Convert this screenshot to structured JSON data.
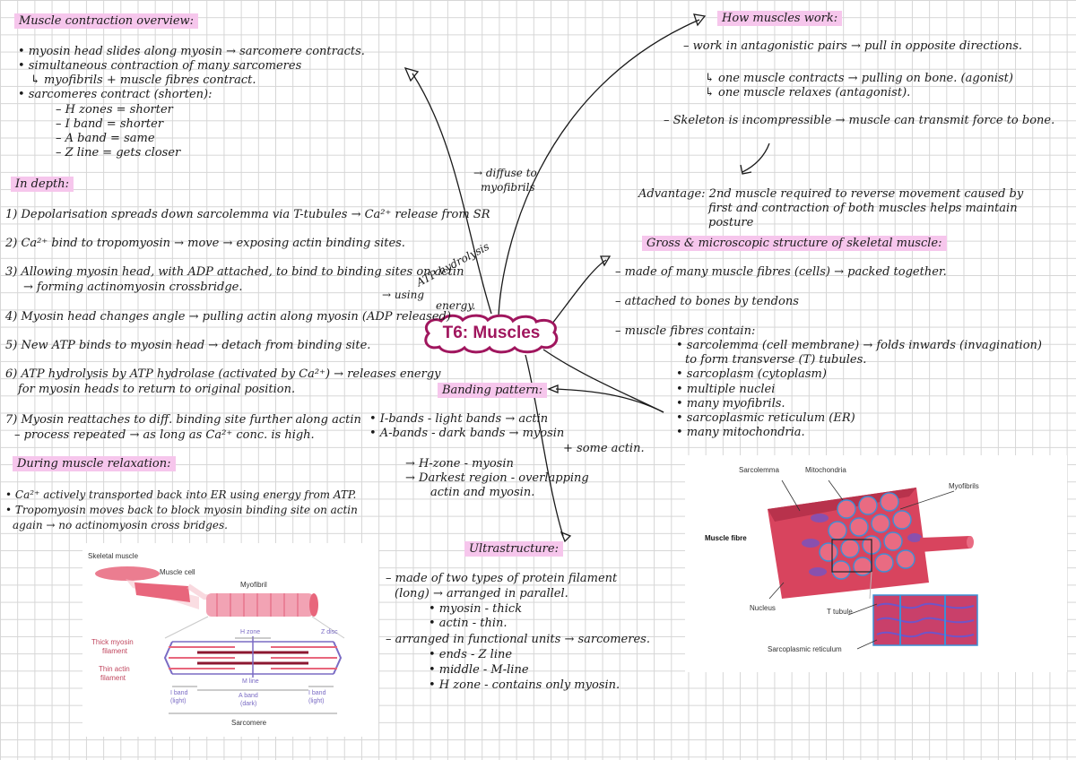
{
  "center": {
    "title": "T6: Muscles"
  },
  "overview": {
    "heading": "Muscle contraction overview:",
    "lines": [
      "• myosin head slides along myosin  → sarcomere contracts.",
      "• simultaneous contraction of many sarcomeres",
      "  ↳ myofibrils + muscle fibres contract.",
      "• sarcomeres contract (shorten):",
      "– H zones = shorter",
      "– I band = shorter",
      "– A band = same",
      "– Z line = gets closer"
    ]
  },
  "in_depth": {
    "heading": "In depth:",
    "steps": [
      "1) Depolarisation spreads down sarcolemma via T-tubules → Ca²⁺ release from SR",
      "2) Ca²⁺ bind to tropomyosin → move → exposing actin binding sites.",
      "3) Allowing myosin head, with ADP attached, to bind to binding sites on actin",
      "→ forming actinomyosin crossbridge.",
      "4) Myosin head changes angle → pulling actin along myosin (ADP released)",
      "5) New ATP binds to myosin head → detach from binding site.",
      "6) ATP hydrolysis by ATP hydrolase (activated by Ca²⁺) → releases energy",
      "for myosin heads to return to original position.",
      "7) Myosin reattaches to diff. binding site further along actin",
      "– process repeated → as long as Ca²⁺ conc. is high."
    ],
    "side_note_1": [
      "→ diffuse to",
      "myofibrils"
    ],
    "side_note_2": [
      "→ using",
      "ATP hydrolysis",
      "energy."
    ]
  },
  "relaxation": {
    "heading": "During muscle relaxation:",
    "lines": [
      "• Ca²⁺ actively transported back into ER using energy from ATP.",
      "• Tropomyosin moves back to block myosin binding site on actin",
      "again → no actinomyosin cross bridges."
    ]
  },
  "how_muscles_work": {
    "heading": "How muscles work:",
    "lines": [
      "– work in antagonistic pairs → pull in opposite directions.",
      "↳ one muscle contracts → pulling on bone. (agonist)",
      "↳ one muscle relaxes (antagonist).",
      "– Skeleton is incompressible → muscle can transmit force to bone."
    ],
    "advantage": [
      "Advantage: 2nd muscle required to reverse movement caused by",
      "first and contraction of both muscles helps maintain",
      "posture"
    ]
  },
  "gross_structure": {
    "heading": "Gross & microscopic structure of skeletal muscle:",
    "lines": [
      "– made of many muscle fibres (cells) → packed together.",
      "– attached to bones by tendons",
      "– muscle fibres contain:",
      "• sarcolemma (cell membrane) → folds inwards (invagination)",
      "  to form transverse (T) tubules.",
      "• sarcoplasm (cytoplasm)",
      "• multiple nuclei",
      "• many myofibrils.",
      "• sarcoplasmic reticulum (ER)",
      "• many mitochondria."
    ]
  },
  "banding": {
    "heading": "Banding pattern:",
    "lines": [
      "• I-bands - light bands → actin",
      "• A-bands - dark bands → myosin",
      "+ some actin.",
      "→ H-zone - myosin",
      "→ Darkest region - overlapping",
      "actin and myosin."
    ]
  },
  "ultrastructure": {
    "heading": "Ultrastructure:",
    "lines": [
      "– made of two types of protein filament",
      "(long) → arranged in parallel.",
      "• myosin - thick",
      "• actin - thin.",
      "– arranged in functional units → sarcomeres.",
      "• ends - Z line",
      "• middle - M-line",
      "• H zone - contains only myosin."
    ]
  },
  "sarcomere_figure": {
    "labels": {
      "skeletal": "Skeletal muscle",
      "cell": "Muscle cell",
      "myofibril": "Myofibril",
      "hzone": "H zone",
      "zdisc": "Z disc",
      "thick1": "Thick myosin",
      "thick2": "filament",
      "thin1": "Thin actin",
      "thin2": "filament",
      "mline": "M line",
      "iband1a": "I band",
      "iband1b": "(light)",
      "aband1": "A band",
      "aband2": "(dark)",
      "iband2a": "I band",
      "iband2b": "(light)",
      "sarcomere": "Sarcomere"
    },
    "colors": {
      "muscle": "#e8667c",
      "label": "#c0475f",
      "purple": "#7a6bc4"
    }
  },
  "fibre_figure": {
    "labels": {
      "sarcolemma": "Sarcolemma",
      "mitochondria": "Mitochondria",
      "myofibrils": "Myofibrils",
      "fibre": "Muscle fibre",
      "nucleus": "Nucleus",
      "ttubule": "T tubule",
      "sr": "Sarcoplasmic reticulum"
    },
    "colors": {
      "fibre": "#d8445e",
      "tubule": "#3d8fd6",
      "sr": "#6f55c9"
    }
  },
  "colors": {
    "highlight": "#f6c6ec",
    "center_border": "#a0165e"
  }
}
